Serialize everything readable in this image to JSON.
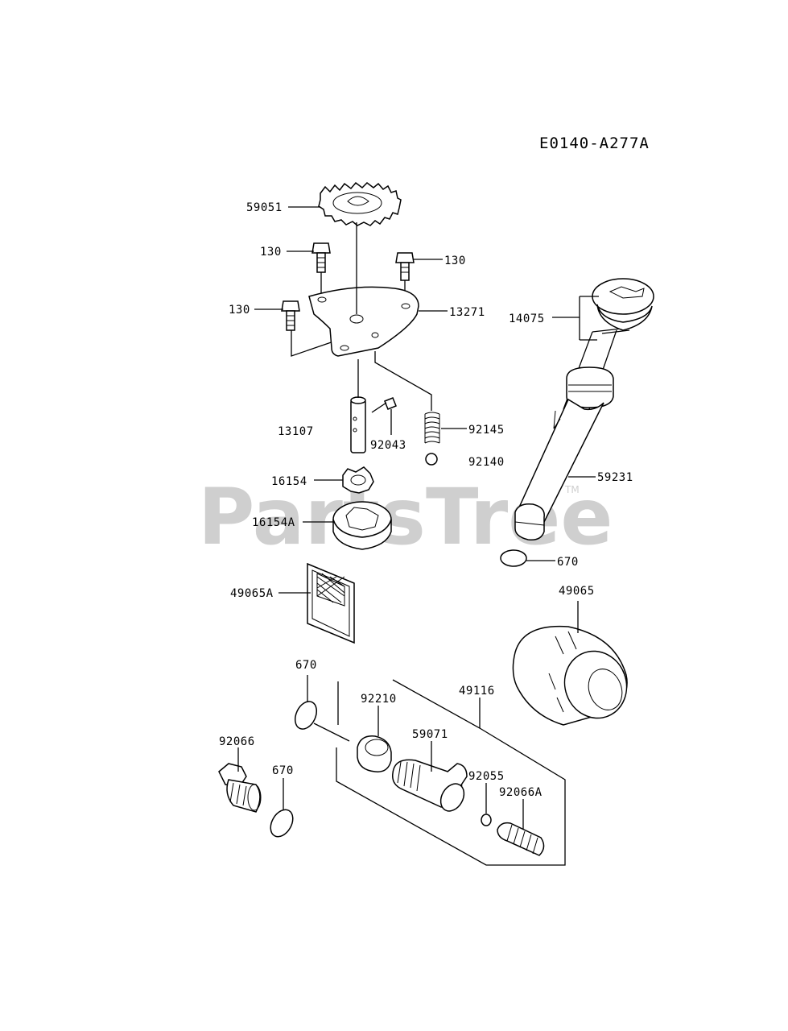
{
  "diagram_code": "E0140-A277A",
  "watermark": {
    "text": "PartsTree",
    "trademark": "TM"
  },
  "parts": {
    "p59051": "59051",
    "p130_a": "130",
    "p130_b": "130",
    "p130_c": "130",
    "p13271": "13271",
    "p14075": "14075",
    "p13107": "13107",
    "p92043": "92043",
    "p92145": "92145",
    "p92140": "92140",
    "p16154": "16154",
    "p16154A": "16154A",
    "p59231": "59231",
    "p670_a": "670",
    "p49065A": "49065A",
    "p49065": "49065",
    "p670_b": "670",
    "p49116": "49116",
    "p92210": "92210",
    "p59071": "59071",
    "p92066": "92066",
    "p670_c": "670",
    "p92055": "92055",
    "p92066A": "92066A"
  }
}
